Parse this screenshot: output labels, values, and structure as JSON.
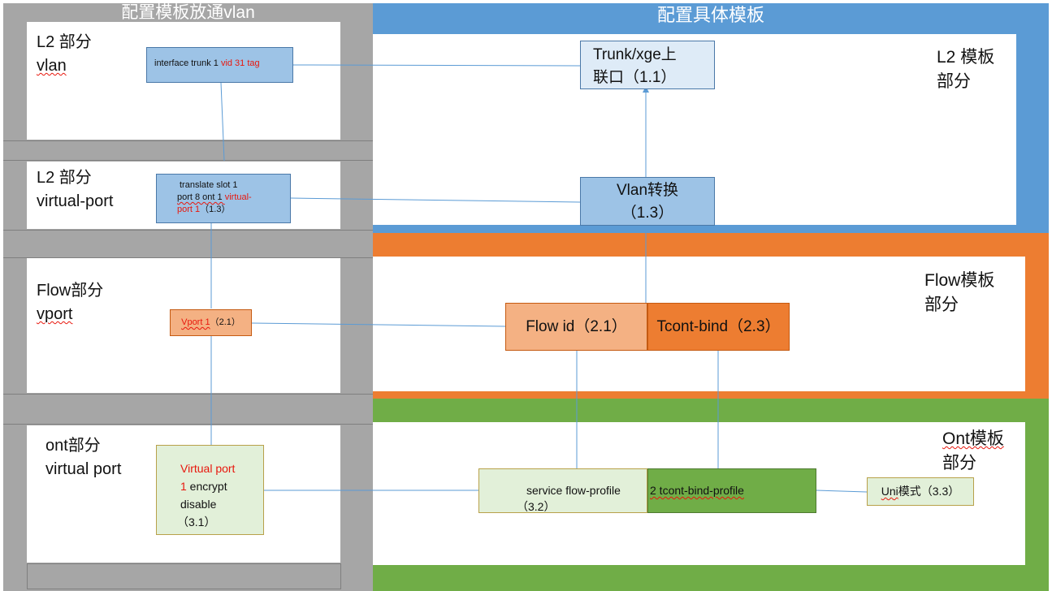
{
  "left_header": "配置模板放通vlan",
  "right_header": "配置具体模板",
  "left_sections": [
    {
      "line1": "L2 部分",
      "line2": "vlan"
    },
    {
      "line1": "L2 部分",
      "line2": "virtual-port"
    },
    {
      "line1": "Flow部分",
      "line2": "vport"
    },
    {
      "line1": "ont部分",
      "line2": "virtual port"
    }
  ],
  "left_boxes": {
    "vlan_cmd": {
      "text_a": "interface trunk 1 ",
      "text_b": "vid 31 tag"
    },
    "translate_cmd": {
      "text_a": "translate slot 1",
      "text_b": "port 8 ont 1 ",
      "text_c": "virtual-",
      "text_d": "port 1",
      "text_e": "（1.3）"
    },
    "vport_cmd": {
      "text_a": "Vport 1",
      "text_b": "（2.1）"
    },
    "ont_cmd": {
      "text_a": "Virtual port",
      "text_b": "1",
      "text_c": " encrypt",
      "text_d": "disable",
      "text_e": "（3.1）"
    }
  },
  "right_panels": {
    "l2": {
      "title_line1": "L2 模板",
      "title_line2": "部分"
    },
    "flow": {
      "title_line1": "Flow模板",
      "title_line2": "部分"
    },
    "ont": {
      "title_line1": "Ont模板",
      "title_line2": "部分"
    }
  },
  "right_boxes": {
    "trunk": {
      "line1": "Trunk/xge上",
      "line2": "联口（1.1）"
    },
    "vlan_convert": {
      "line1": "Vlan转换",
      "line2": "（1.3）"
    },
    "flow_id": {
      "text": "Flow id（2.1）"
    },
    "tcont_bind": {
      "text": "Tcont-bind（2.3）"
    },
    "service_flow": {
      "text_a": "service flow-profile",
      "text_b": "（3.2）"
    },
    "tcont_bind_profile": {
      "text": "2 tcont-bind-profile"
    },
    "uni": {
      "text_a": "Uni",
      "text_b": "模式（3.3）"
    }
  },
  "colors": {
    "gray_frame": "#a6a6a6",
    "blue_header": "#5b9bd5",
    "orange_band": "#ed7d31",
    "green_band": "#70ad47",
    "box_blue": "#9dc3e6",
    "box_lightblue": "#deebf7",
    "box_salmon": "#f4b183",
    "box_lightgreen": "#e2f0d9",
    "connector": "#5b9bd5"
  }
}
